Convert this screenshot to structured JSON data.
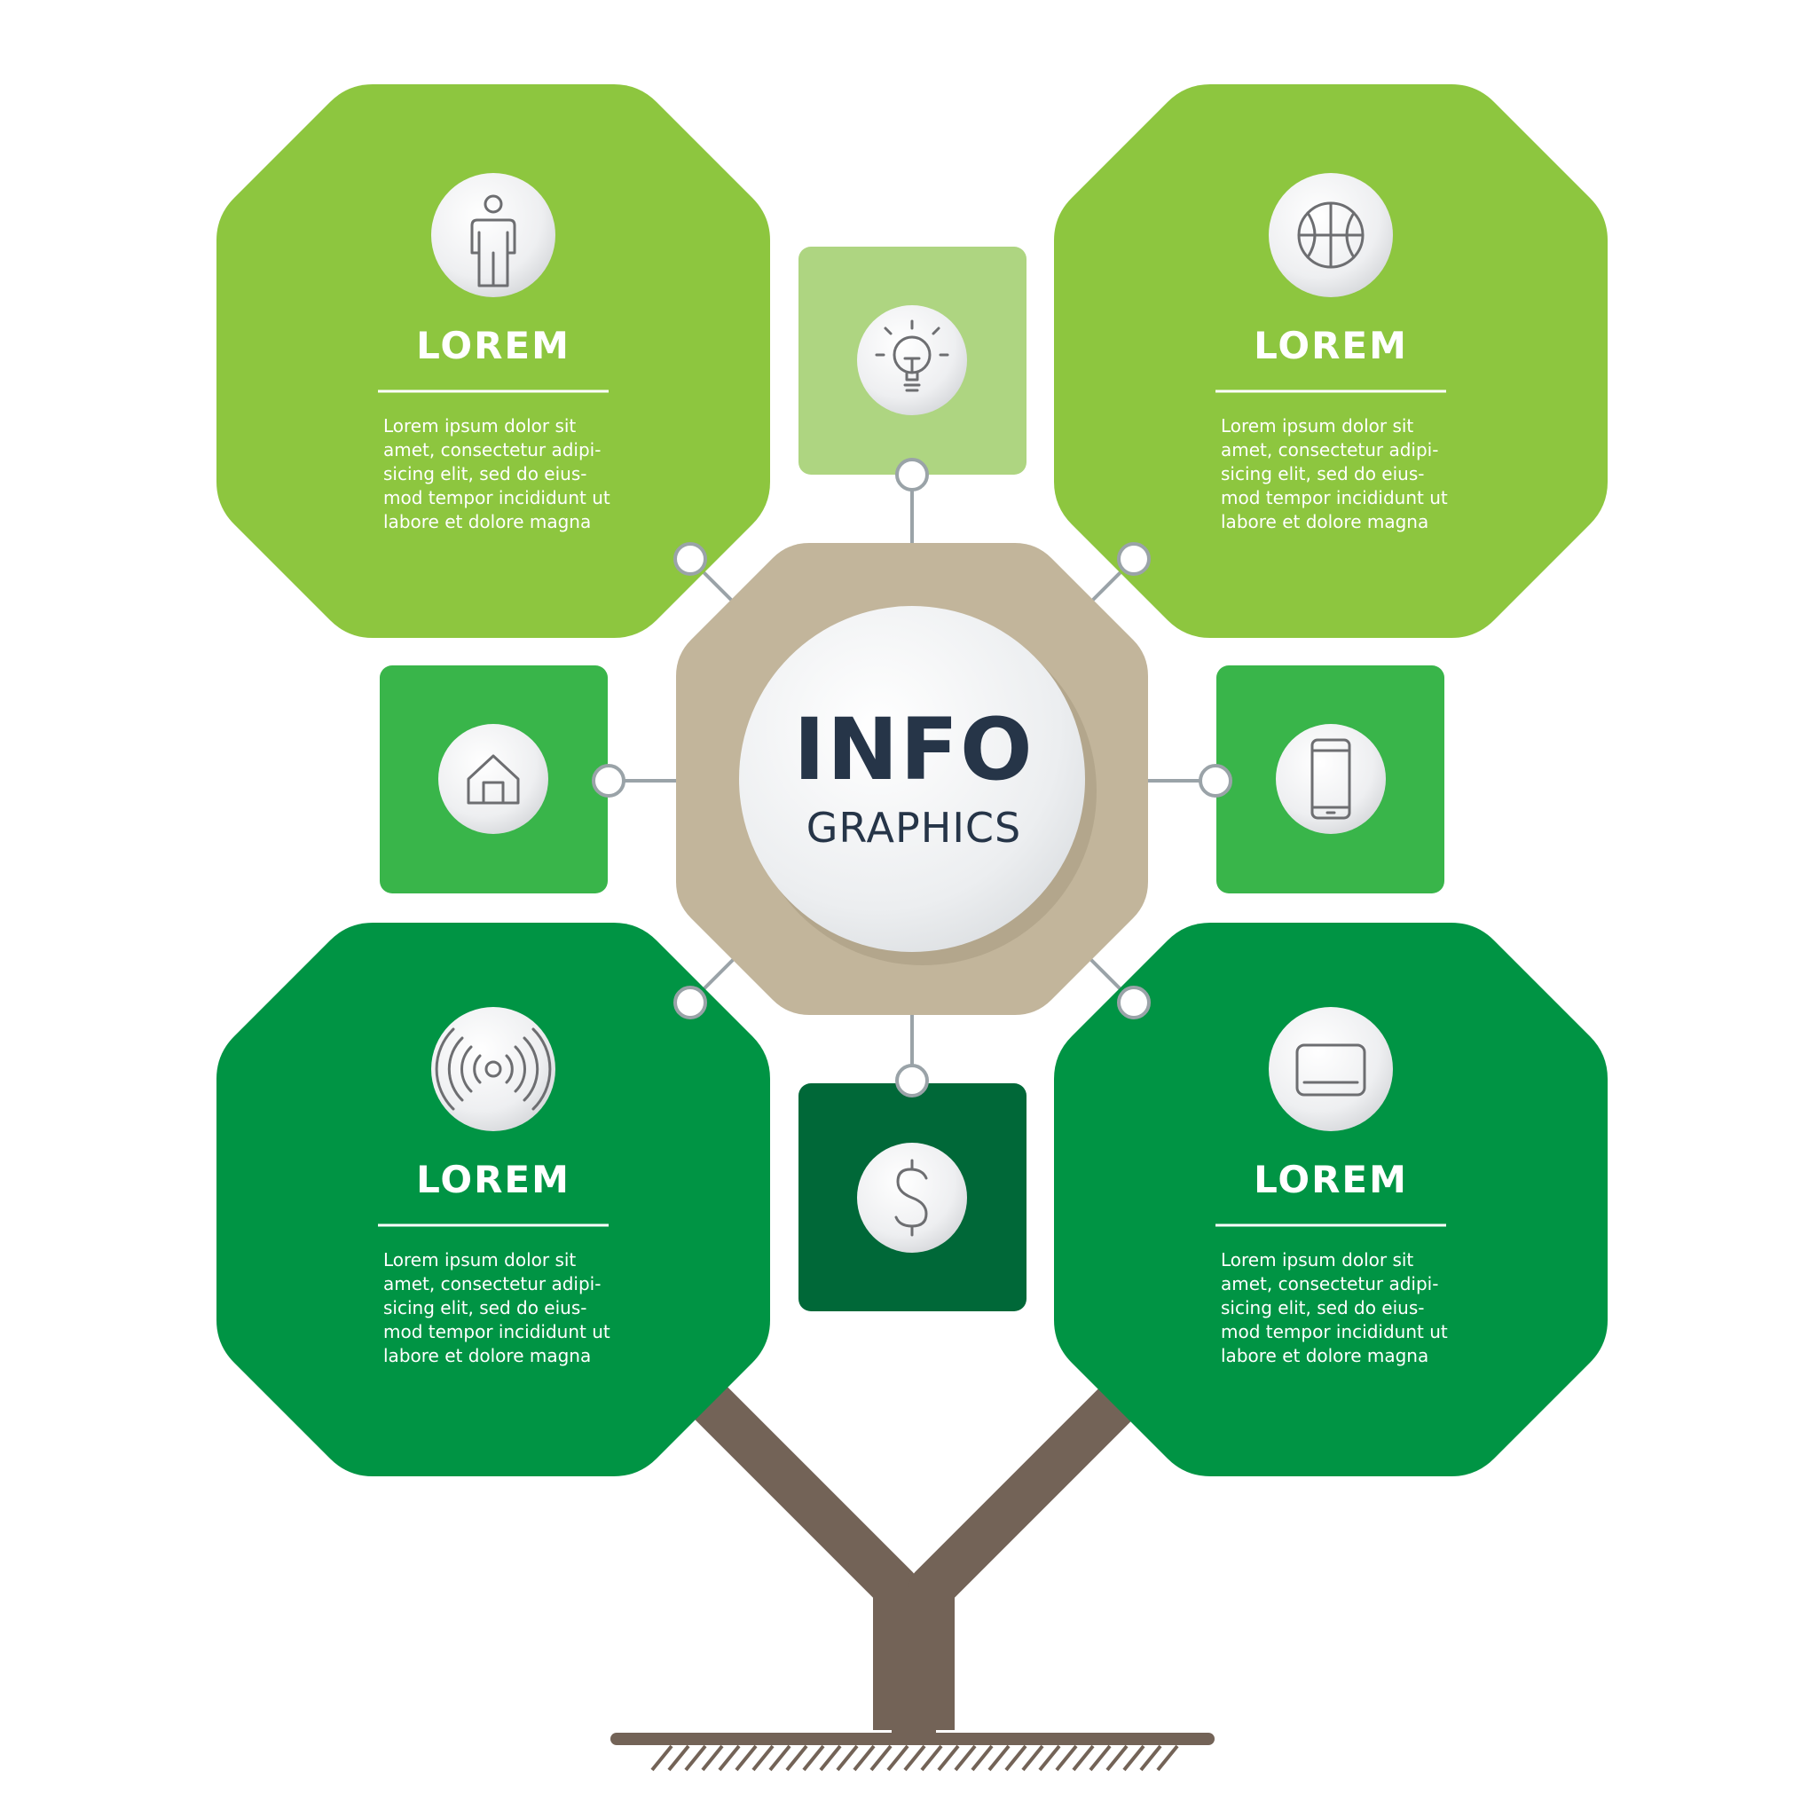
{
  "center": {
    "title": "INFO",
    "subtitle": "GRAPHICS"
  },
  "blocks": [
    {
      "id": "top-left",
      "title": "LOREM",
      "text": "Lorem ipsum dolor sit\namet, consectetur adipi-\nsicing elit, sed do eius-\nmod tempor incididunt ut\nlabore et dolore magna",
      "icon": "person-icon"
    },
    {
      "id": "top-right",
      "title": "LOREM",
      "text": "Lorem ipsum dolor sit\namet, consectetur adipi-\nsicing elit, sed do eius-\nmod tempor incididunt ut\nlabore et dolore magna",
      "icon": "basketball-icon"
    },
    {
      "id": "bottom-left",
      "title": "LOREM",
      "text": "Lorem ipsum dolor sit\namet, consectetur adipi-\nsicing elit, sed do eius-\nmod tempor incididunt ut\nlabore et dolore magna",
      "icon": "signal-icon"
    },
    {
      "id": "bottom-right",
      "title": "LOREM",
      "text": "Lorem ipsum dolor sit\namet, consectetur adipi-\nsicing elit, sed do eius-\nmod tempor incididunt ut\nlabore et dolore magna",
      "icon": "tablet-icon"
    }
  ],
  "small_squares": [
    {
      "id": "top",
      "icon": "lightbulb-icon"
    },
    {
      "id": "left",
      "icon": "house-icon"
    },
    {
      "id": "right",
      "icon": "smartphone-icon"
    },
    {
      "id": "bottom",
      "icon": "dollar-icon"
    }
  ],
  "colors": {
    "light_green": "#8dc63f",
    "pale_green": "#aed581",
    "mid_green": "#39b54a",
    "dark_green": "#009444",
    "deep_green": "#006838",
    "center_tan": "#c2b59b",
    "trunk_brown": "#736357",
    "connector_gray": "#9aa3a8",
    "title_navy": "#263548"
  }
}
